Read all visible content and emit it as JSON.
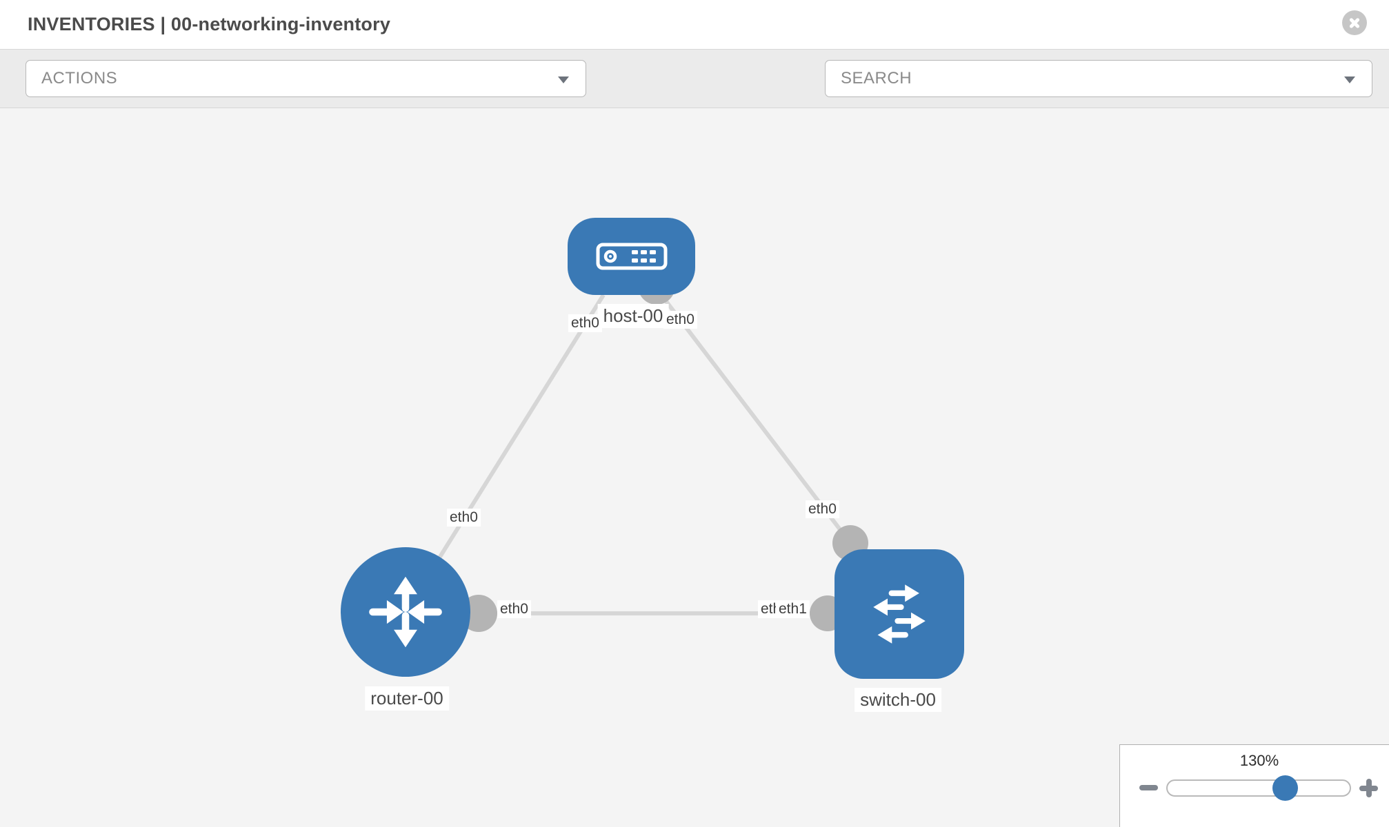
{
  "header": {
    "title": "INVENTORIES | 00-networking-inventory"
  },
  "toolbar": {
    "actions_label": "ACTIONS",
    "search_placeholder": "SEARCH"
  },
  "canvas": {
    "nodes": [
      {
        "id": "host-00",
        "type": "host",
        "label": "host-00"
      },
      {
        "id": "router-00",
        "type": "router",
        "label": "router-00"
      },
      {
        "id": "switch-00",
        "type": "switch",
        "label": "switch-00"
      }
    ],
    "links": [
      {
        "from": "router-00",
        "to": "host-00"
      },
      {
        "from": "switch-00",
        "to": "host-00"
      },
      {
        "from": "router-00",
        "to": "switch-00"
      }
    ],
    "interface_labels": [
      {
        "text": "eth0",
        "node": "host-00",
        "link": "host-router"
      },
      {
        "text": "eth0",
        "node": "host-00",
        "link": "host-switch"
      },
      {
        "text": "eth0",
        "node": "router-00",
        "link": "host-router"
      },
      {
        "text": "eth0",
        "node": "switch-00",
        "link": "host-switch"
      },
      {
        "text": "eth0",
        "node": "router-00",
        "link": "router-switch"
      },
      {
        "text": "eth0",
        "node": "switch-00",
        "link": "router-switch"
      },
      {
        "text": "eth1",
        "node": "switch-00",
        "link": "router-switch"
      }
    ]
  },
  "zoom_control": {
    "value_label": "130%",
    "percent": 64
  },
  "icons": {
    "close": "circle-x",
    "toolbar_left": "wrench",
    "toolbar_right": "key",
    "zoom_out": "minus",
    "zoom_in": "plus"
  },
  "colors": {
    "node_blue": "#3a79b5",
    "link_gray": "#d6d6d6",
    "interface_dot_gray": "#b4b4b4",
    "toolbar_bg": "#ebebeb",
    "canvas_bg": "#f4f4f4",
    "slider_handle_blue": "#3a79b5"
  }
}
